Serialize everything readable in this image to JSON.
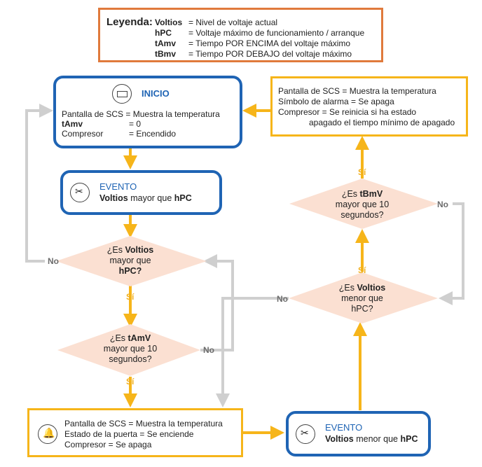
{
  "legend": {
    "title": "Leyenda:",
    "rows": [
      {
        "term": "Voltios",
        "desc": "= Nivel de voltaje actual"
      },
      {
        "term": "hPC",
        "desc": "= Voltaje máximo de funcionamiento / arranque"
      },
      {
        "term": "tAmv",
        "desc": "= Tiempo POR ENCIMA del voltaje máximo"
      },
      {
        "term": "tBmv",
        "desc": "= Tiempo POR DEBAJO del voltaje máximo"
      }
    ]
  },
  "inicio": {
    "title": "INICIO",
    "line1": "Pantalla de SCS = Muestra la temperatura",
    "line2_term": "tAmv",
    "line2_val": "=        0",
    "line3_term": "Compresor",
    "line3_val": "=        Encendido"
  },
  "evento1": {
    "title": "EVENTO",
    "term": "Voltios",
    "text": " mayor que ",
    "term2": "hPC"
  },
  "q1": {
    "l1a": "¿Es ",
    "l1b": "Voltios",
    "l2": "mayor que",
    "l3": "hPC?"
  },
  "q2": {
    "l1a": "¿Es ",
    "l1b": "tAmV",
    "l2": "mayor que 10",
    "l3": "segundos?"
  },
  "bottom_left": {
    "line1": "Pantalla de SCS = Muestra la temperatura",
    "line2": "Estado de la puerta  = Se enciende",
    "line3": "Compresor = Se apaga"
  },
  "evento2": {
    "title": "EVENTO",
    "term": "Voltios",
    "text": " menor que ",
    "term2": "hPC"
  },
  "q3": {
    "l1a": "¿Es ",
    "l1b": "Voltios",
    "l2": "menor que",
    "l3": "hPC?"
  },
  "q4": {
    "l1a": "¿Es ",
    "l1b": "tBmV",
    "l2": "mayor que 10",
    "l3": "segundos?"
  },
  "top_right": {
    "line1": "Pantalla de SCS = Muestra la temperatura",
    "line2": "Símbolo de alarma = Se apaga",
    "line3": "Compresor = Se reinicia si ha estado",
    "line4": "apagado el tiempo mínimo de apagado"
  },
  "labels": {
    "si": "Sí",
    "no": "No"
  },
  "colors": {
    "blue": "#1f64b4",
    "yellow": "#f6b51a",
    "orange": "#e07a3c",
    "diamond": "#fbe0d2",
    "gray": "#cfcfcf"
  }
}
